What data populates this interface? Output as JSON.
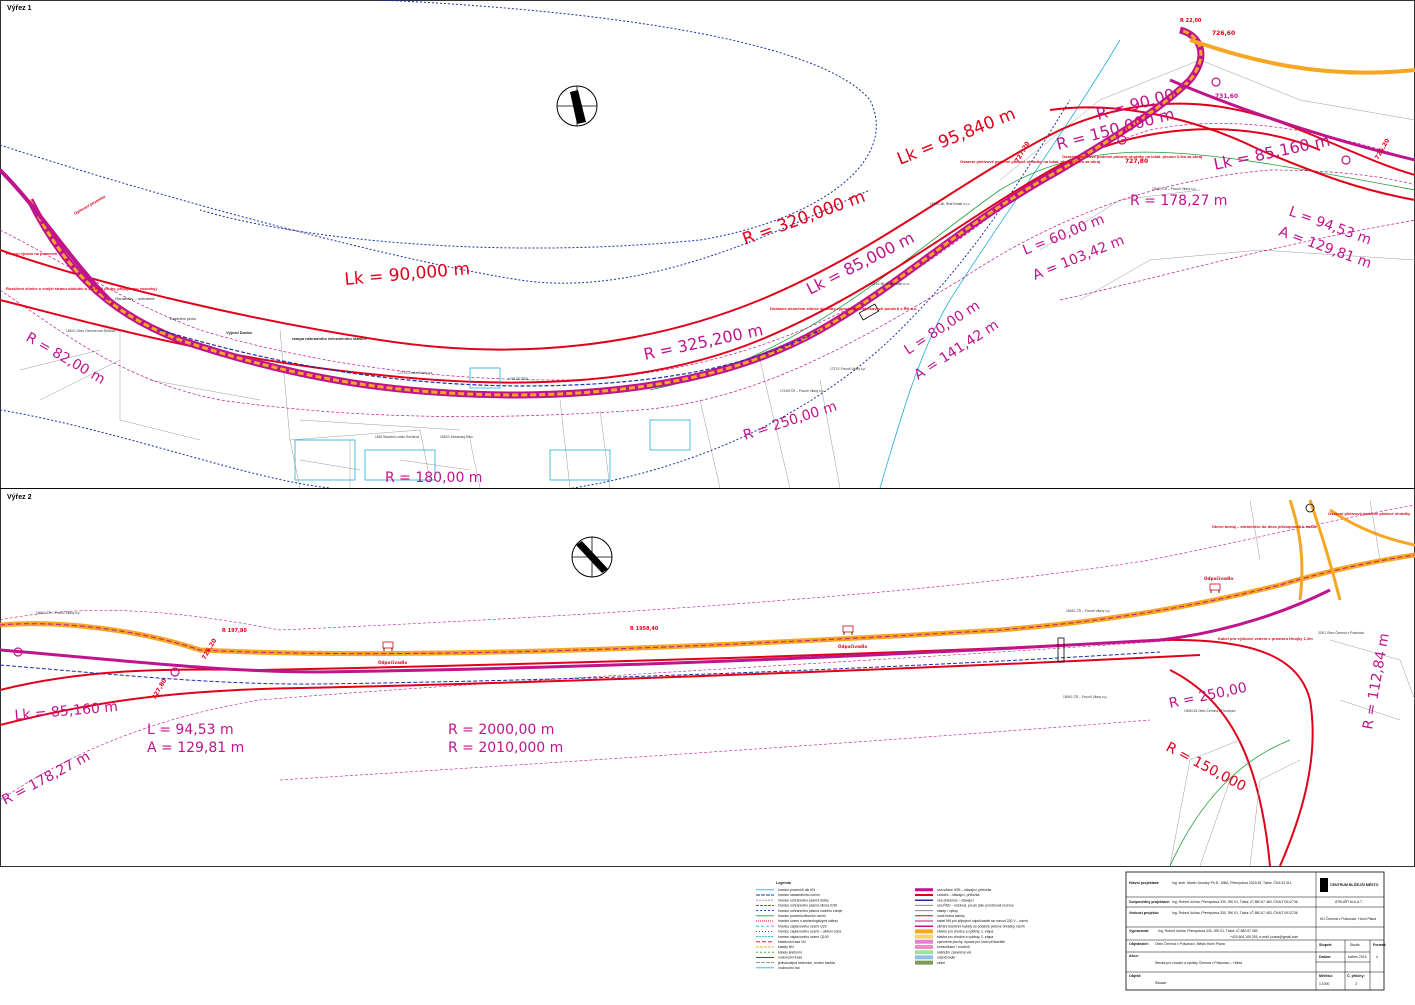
{
  "panels": {
    "top_title": "Výřez 1",
    "bottom_title": "Výřez 2"
  },
  "top_labels": {
    "lk90": "Lk = 90,000 m",
    "r320": "R = 320,000 m",
    "lk95": "Lk = 95,840 m",
    "lk85": "Lk = 85,000 m",
    "r325": "R = 325,200 m",
    "r150": "R = 150,000 m",
    "r90": "R = 90,00",
    "lk85160": "Lk = 85,160 m",
    "r178": "R = 178,27 m",
    "l9453": "L = 94,53 m",
    "a12981": "A = 129,81 m",
    "l60": "L = 60,00 m",
    "a10342": "A = 103,42 m",
    "l80": "L = 80,00 m",
    "a14142": "A = 141,42 m",
    "r250": "R = 250,00 m",
    "r180": "R = 180,00 m",
    "r82": "R = 82,00 m",
    "n72660": "726,60",
    "n72720": "727,20",
    "n73160": "731,60",
    "n72620": "726,20",
    "n72780": "727,80",
    "r2200": "R 22,00"
  },
  "top_notes": {
    "note1": "Oplocení pozemku",
    "note2": "Přesun vjezdu na pozemek",
    "note3": "Rozšíření silnice o vnější stranu oblouku o 2,4 m (3 pruhy, připojovací vozovky)",
    "note4": "Ohradníky – ochranné",
    "note5": "Doplnění plotu",
    "note6": "Výjezd Dudov",
    "note7": "rampa náhradního železničního stanice",
    "note8": "Dočasné ukončení silnice do doby vypořádání majetkových poměrů s ŘD a.s.",
    "note9": "Osazení pletivové podélné plotové ohrádky na lokal. přesun 0,5m za okraj",
    "note10": "Osazení pletivové podélné plotové ohrádky na lokal. přesun 0,5m za okraj",
    "parcel1": "1630/1 ML Reál Estate s.r.o.",
    "parcel2": "1629/1 ML Reál Estate s.r.o.",
    "parcel3": "1506/1 ČR – Povodí Vltavy s.p.",
    "parcel4": "1727/1 České Dráhy a.s.",
    "parcel5": "1748 ČR ŘSD",
    "parcel6": "1724/5 ČR – Povodí Vltavy s.p.",
    "parcel7": "1626 Stavební Lesko Hornbrod",
    "parcel8": "1630/1 Klokanský Mlýn",
    "parcel9": "1640/1 Obec Čermná nad Želivkou",
    "parcel10": "1737/1 Povodí Vltavy s.p."
  },
  "bottom_labels": {
    "lk85160": "Lk = 85,160 m",
    "r178": "R = 178,27 m",
    "l9453": "L = 94,53 m",
    "a12981": "A = 129,81 m",
    "r2000": "R = 2000,00 m",
    "r2010": "R = 2010,000 m",
    "r250": "R = 250,00",
    "r150": "R = 150,000",
    "r112": "R = 112,84 m",
    "r19584": "R 1958,40",
    "r19780": "R 197,80",
    "n72620": "726,20",
    "n72780": "727,80",
    "odpoc1": "Odpočívadlo",
    "odpoc2": "Odpočívadlo",
    "odpoc3": "Odpočívadlo",
    "note1": "Úterní turnaj – ohraničení do dnes přístupnosti k osadě",
    "note2": "Osazení pletivové podélné plotové ohrádky",
    "note3": "Kabel pro výškové vedení v prostoru Hnojky 1,2m",
    "parcel1": "1506/1 ČR – Povodí Vltavy s.p.",
    "parcel2": "1506/1 ČR – Povodí Vltavy s.p.",
    "parcel3": "1506/1 ČR – Povodí Vltavy s.p.",
    "parcel4": "203/1 Obec Čermná v Pošumaví",
    "parcel5": "1506/125 Obec Čermná v Pošumaví"
  },
  "legend": {
    "title": "Legenda",
    "left": [
      "hranice pozemků dle KN",
      "hranice katastrálního území",
      "hranice ochranného pásma dráhy",
      "hranice ochranného pásma silnice II/39",
      "hranice ochranného pásma vodního zdroje",
      "hranice pozemku/lesního území",
      "hranice území s archeologickými nálezy",
      "hranice záplavového území Q20",
      "hranice záplavového území – aktivní zóna",
      "hranice záplavového území Q100",
      "kabelová trasa VN",
      "kabely NN",
      "kabely telefonní",
      "vodovodní trasa",
      "jednokolejná železnice, revizní šachta",
      "vodovodní řad"
    ],
    "right": [
      "osa silnice II/39 – stávající, přeložka",
      "sociální – stávající, přeložka",
      "osa železnice – stávající",
      "osa ŘSD – účelová, pouze jako prostorová rezerva",
      "násep / výkop",
      "nová hrana stavby",
      "kabel NN pro připojení odpočívadel na rozvod 230 V – návrh",
      "silniční telefonní kabely do podélné plotové ohrádky, návrh",
      "stavba pro chodce a cyklisty, 1. etapa",
      "stavba pro chodce a cyklisty, 2. etapa",
      "zpevněné plochy, úprava pro lodní přístaviště",
      "komunikace / chodník",
      "nábřežní zpevněný val",
      "odpočívadlo",
      "zeleň"
    ]
  },
  "title_block": {
    "main_designer_label": "Hlavní projektant:",
    "main_designer": "Ing. arch. Martin Jirovský Ph.D., MBA, Přemyslova 2013/15, Tábor, ČKA 03 311",
    "resp_designer_label": "Zodpovědný projektant:",
    "resp_designer": "Ing. Robert Jožina, Přemyslova 330, 390 01, Tábor, IČ 880 67 483, ČKAIT 0012736",
    "lead_label": "Vedoucí projektu:",
    "lead": "Ing. Robert Jožina, Přemyslova 330, 390 01, Tábor, IČ 880 67 483, ČKAIT 0012736",
    "drawn_label": "Vypracoval:",
    "drawn": "Ing. Robert Jožina, Přemyslova 330, 390 01, Tábor, IČ 880 67 483",
    "contact": "+420 604 109 293, e-mail: jozina@gmail.com",
    "client_label": "Objednatel:",
    "client": "Obec Čermná v Pošumaví, Město Horní Planá",
    "project_label": "Akce:",
    "project": "Stezka pro chodce a cyklisty Čermná v Pošumaví – Hůrka",
    "object_label": "Objekt:",
    "object": "Situace",
    "company": "CENTRUM BLÍŽEJŠÍ MĚSTO",
    "company_sub": "ATELIÉR M.A.A.T.",
    "location": "KÚ Čermná v Pošumaví, Horní Planá",
    "stage_label": "Stupeň:",
    "stage": "Studie",
    "date_label": "Datum:",
    "date": "květen 2015",
    "sheet_label": "Č. přílohy:",
    "sheet": "3",
    "scale_label": "Měřítko:",
    "scale": "1:1000",
    "format_label": "Formát:",
    "format": "4"
  },
  "colors": {
    "magenta": "#c0148c",
    "red": "#e1001a",
    "orange": "#f5a623",
    "blue": "#1a2fa8",
    "green": "#1f9e3a",
    "cyan": "#20b0d8",
    "grey": "#8a8a8a"
  }
}
